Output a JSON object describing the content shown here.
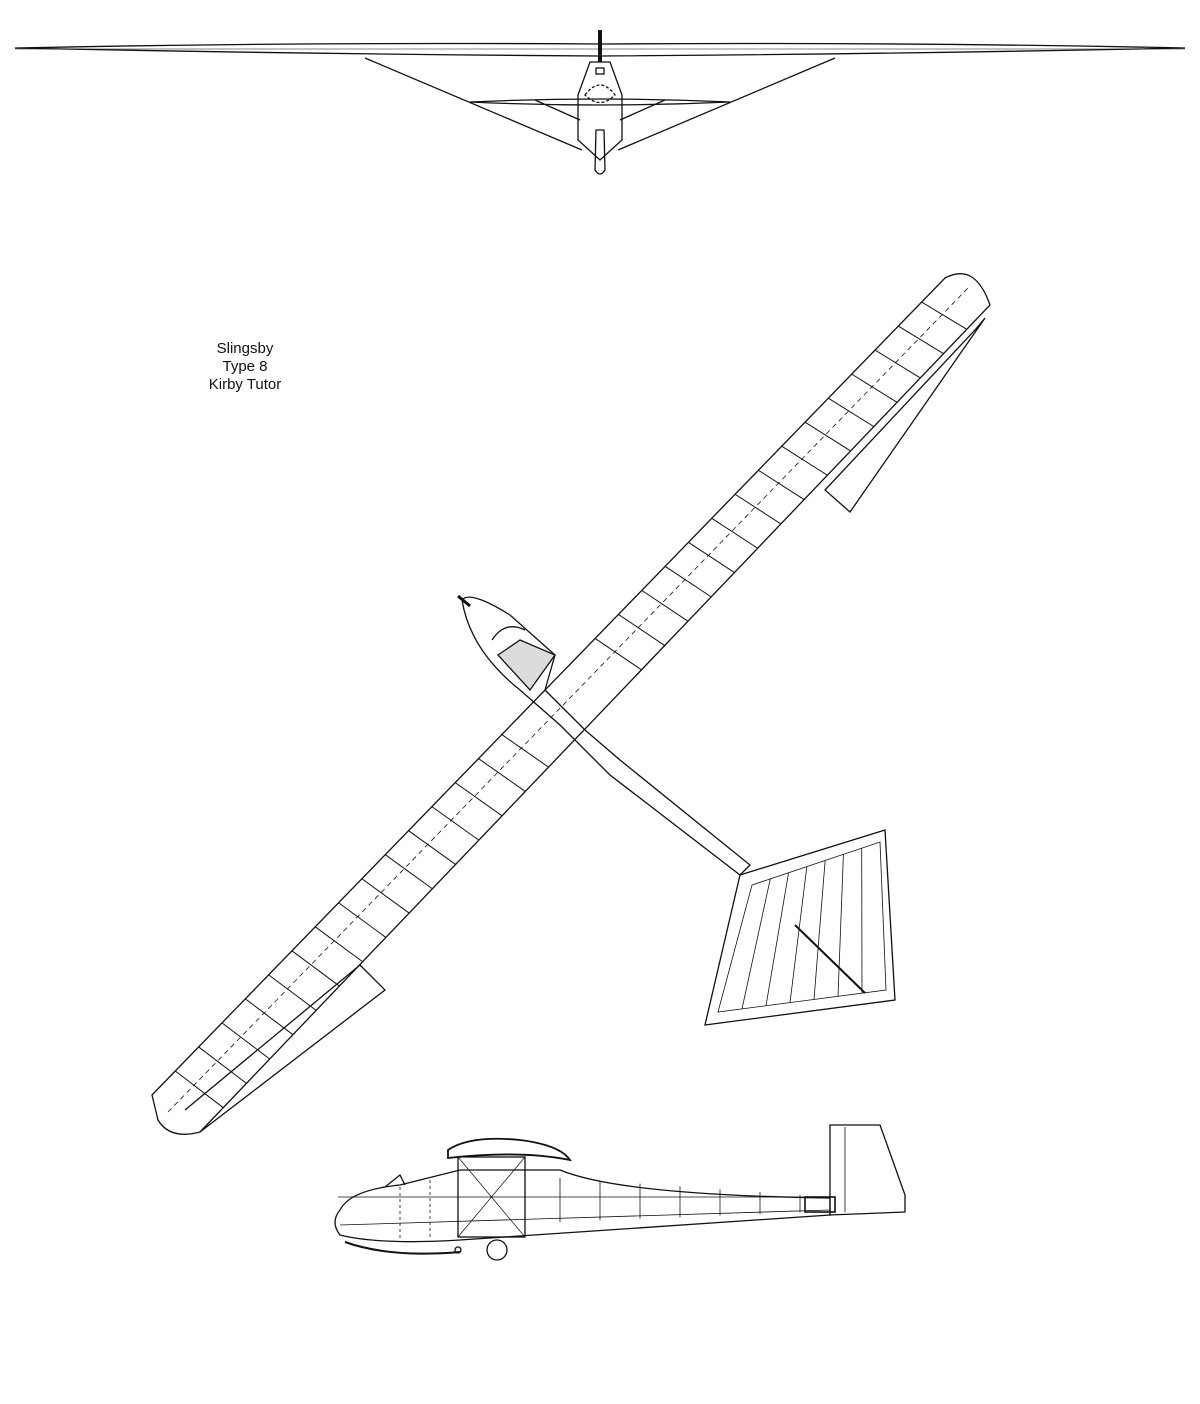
{
  "title": {
    "line1": "Slingsby",
    "line2": "Type 8",
    "line3": "Kirby Tutor"
  },
  "views": [
    "front-view",
    "top-view",
    "side-view"
  ],
  "colors": {
    "line": "#111111",
    "background": "#ffffff",
    "canopy_fill": "#dcdcdc"
  }
}
